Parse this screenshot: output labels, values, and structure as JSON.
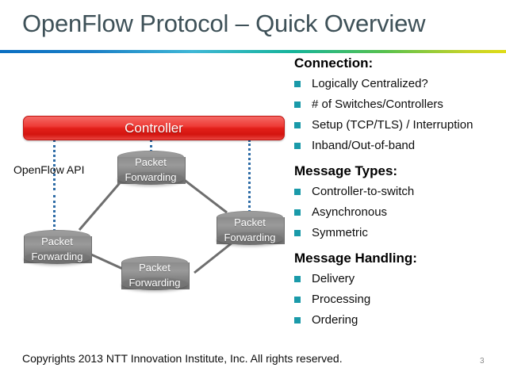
{
  "slide": {
    "title": "OpenFlow Protocol – Quick Overview",
    "page_number": "3",
    "footer": "Copyrights 2013 NTT Innovation Institute, Inc.  All rights reserved.",
    "title_color": "#3e5158",
    "rule_colors": [
      "#0a6fc2",
      "#3fb7d6",
      "#16b49a",
      "#57c14e",
      "#e0dc16"
    ]
  },
  "diagram": {
    "controller_label": "Controller",
    "controller_color": "#e21f19",
    "api_label": "OpenFlow API",
    "control_link_color": "#2e6ca6",
    "node_color": "#8a8a8a",
    "nodes": [
      {
        "line1": "Packet",
        "line2": "Forwarding"
      },
      {
        "line1": "Packet",
        "line2": "Forwarding"
      },
      {
        "line1": "Packet",
        "line2": "Forwarding"
      },
      {
        "line1": "Packet",
        "line2": "Forwarding"
      }
    ]
  },
  "content": {
    "bullet_color": "#1a9aa9",
    "sections": [
      {
        "heading": "Connection:",
        "bullets": [
          "Logically Centralized?",
          "# of Switches/Controllers",
          "Setup (TCP/TLS) / Interruption",
          "Inband/Out-of-band"
        ]
      },
      {
        "heading": "Message Types:",
        "bullets": [
          "Controller-to-switch",
          "Asynchronous",
          "Symmetric"
        ]
      },
      {
        "heading": "Message Handling:",
        "bullets": [
          "Delivery",
          "Processing",
          "Ordering"
        ]
      }
    ]
  }
}
